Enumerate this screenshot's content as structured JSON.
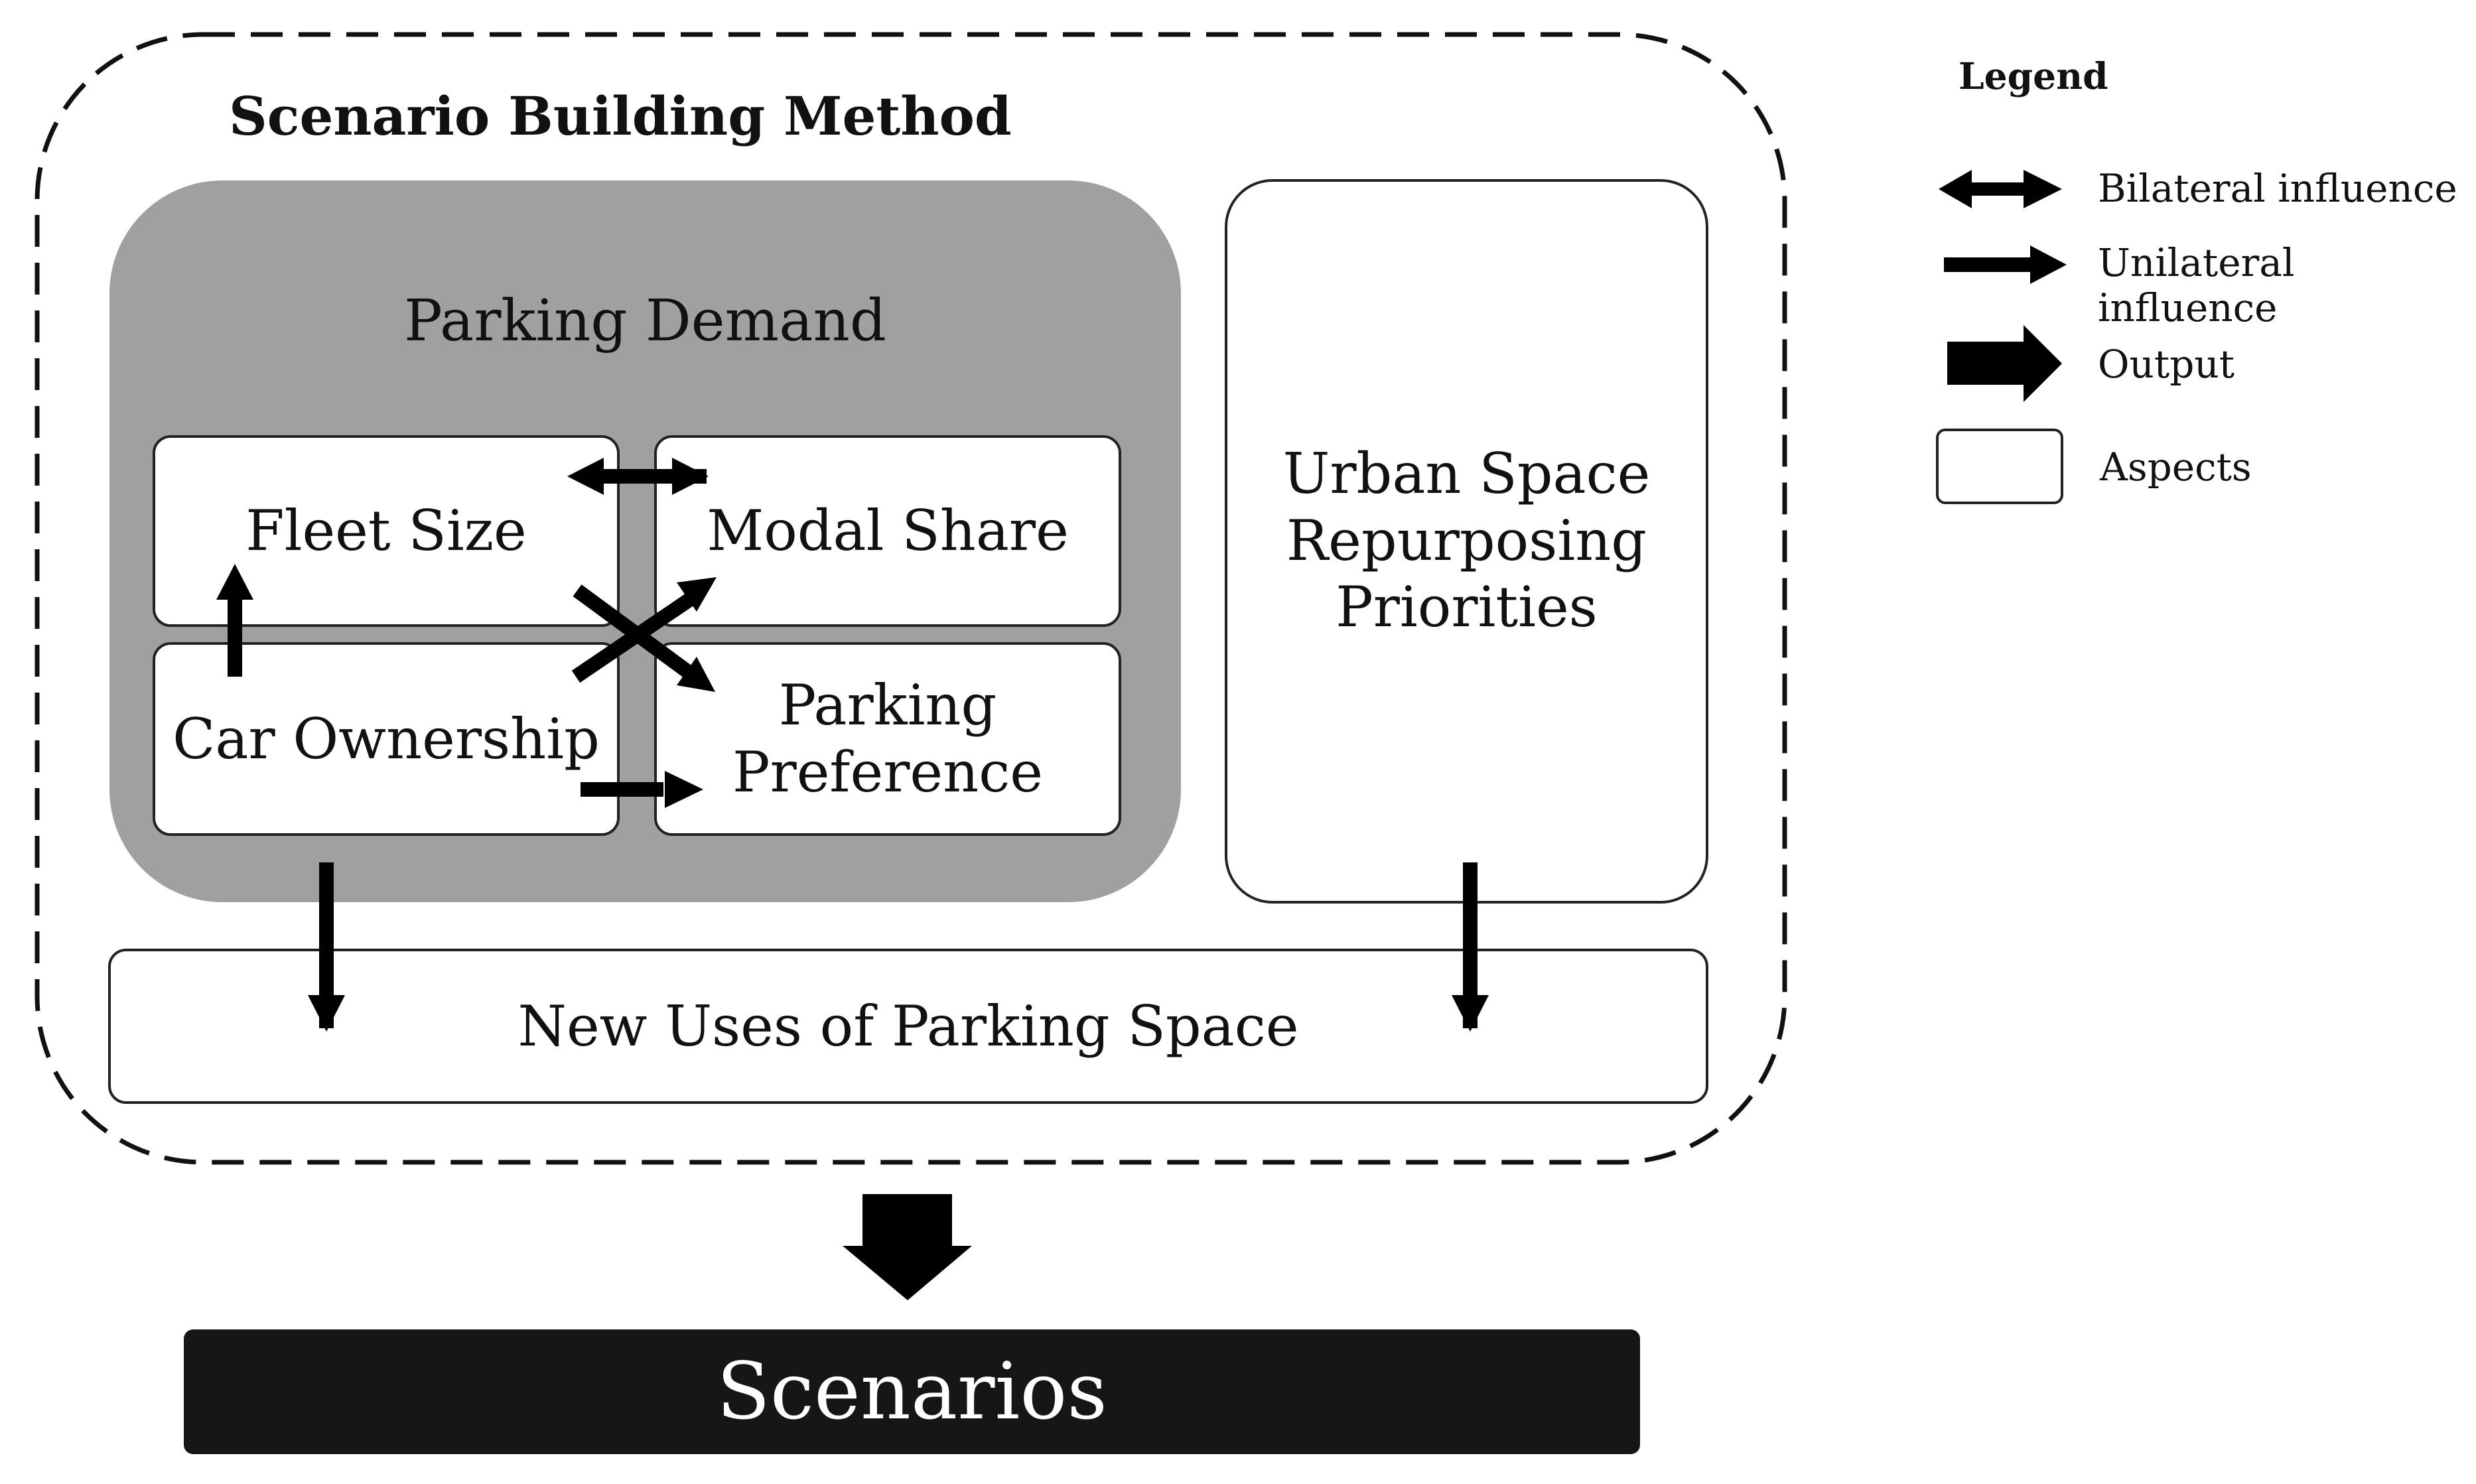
{
  "method": {
    "title": "Scenario Building Method",
    "parking_demand": "Parking Demand",
    "fleet_size": "Fleet Size",
    "modal_share": "Modal Share",
    "car_ownership": "Car Ownership",
    "parking_preference": "Parking\nPreference",
    "urban_space": "Urban Space\nRepurposing\nPriorities",
    "new_uses": "New Uses of Parking Space"
  },
  "output": {
    "scenarios": "Scenarios"
  },
  "legend": {
    "title": "Legend",
    "bilateral": "Bilateral influence",
    "unilateral": "Unilateral influence",
    "output": "Output",
    "aspects": "Aspects"
  },
  "colors": {
    "grey_panel": "#a0a0a0",
    "scenarios_bar": "#161616",
    "box_border": "#222222"
  }
}
